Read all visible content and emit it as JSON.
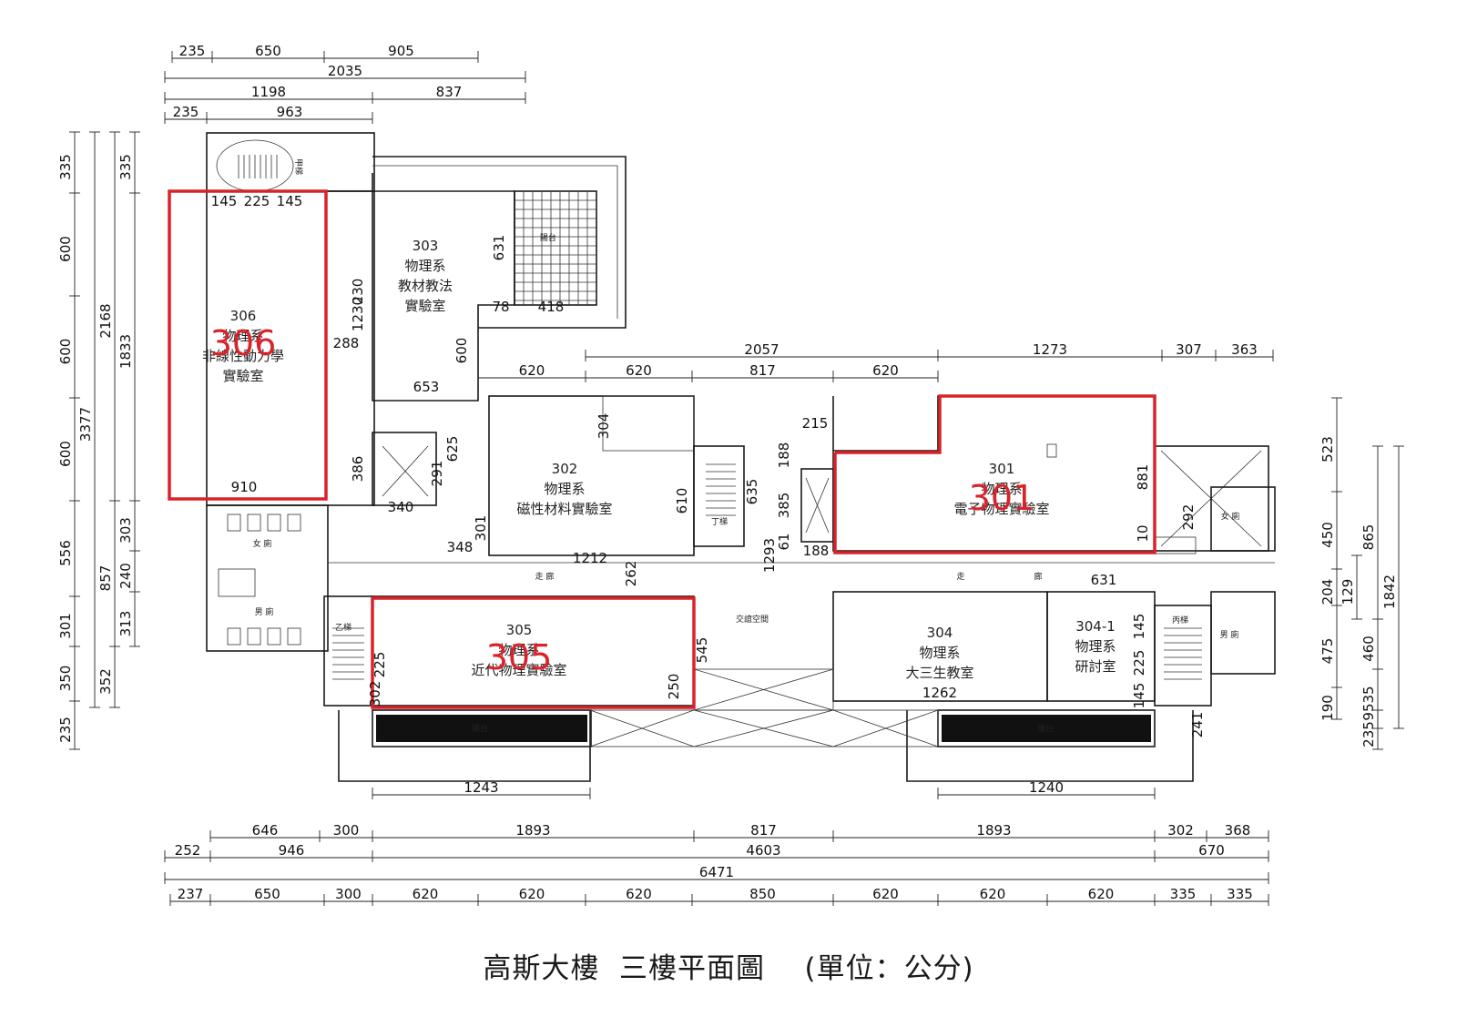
{
  "caption": {
    "title": "高斯大樓  三樓平面圖",
    "unit": "(單位：公分)"
  },
  "colors": {
    "highlight": "#d9232a",
    "line": "#1a1a1a"
  },
  "rooms": [
    {
      "id": "306",
      "number": "306",
      "lines": [
        "物理系",
        "非線性動力學",
        "實驗室"
      ],
      "highlighted": true
    },
    {
      "id": "303",
      "number": "303",
      "lines": [
        "物理系",
        "教材教法",
        "實驗室"
      ],
      "highlighted": false
    },
    {
      "id": "302",
      "number": "302",
      "lines": [
        "物理系",
        "磁性材料實驗室"
      ],
      "highlighted": false
    },
    {
      "id": "301",
      "number": "301",
      "lines": [
        "物理系",
        "電子物理實驗室"
      ],
      "highlighted": true
    },
    {
      "id": "305",
      "number": "305",
      "lines": [
        "物理系",
        "近代物理實驗室"
      ],
      "highlighted": true
    },
    {
      "id": "304",
      "number": "304",
      "lines": [
        "物理系",
        "大三生教室"
      ],
      "highlighted": false
    },
    {
      "id": "304-1",
      "number": "304-1",
      "lines": [
        "物理系",
        "研討室"
      ],
      "highlighted": false
    }
  ],
  "labels": {
    "women_wc": "女 廁",
    "men_wc": "男 廁",
    "corridor": "走    廊",
    "corridor_left": "走",
    "corridor_right": "廊",
    "exchange": "交誼空間",
    "balcony": "陽台",
    "stair_a": "甲梯",
    "stair_b": "乙梯",
    "stair_c": "丁梯",
    "stair_d": "丙梯"
  },
  "dims": {
    "top_row1": [
      "235",
      "650",
      "905"
    ],
    "top_row2": [
      "2035"
    ],
    "top_row3": [
      "1198",
      "837"
    ],
    "top_row4": [
      "235",
      "963"
    ],
    "mid_top": [
      "2057",
      "1273",
      "307",
      "363"
    ],
    "mid_top2": [
      "620",
      "620",
      "817",
      "620"
    ],
    "bottom_row1": [
      "1243",
      "1240"
    ],
    "bottom_row2": [
      "646",
      "300",
      "1893",
      "817",
      "1893",
      "302",
      "368"
    ],
    "bottom_row3": [
      "252",
      "946",
      "4603",
      "670"
    ],
    "bottom_row4": [
      "6471"
    ],
    "bottom_row5": [
      "237",
      "650",
      "300",
      "620",
      "620",
      "620",
      "850",
      "620",
      "620",
      "620",
      "335",
      "335"
    ],
    "left_col1": [
      "335",
      "600",
      "600",
      "600",
      "556",
      "301",
      "350",
      "235"
    ],
    "left_col2": [
      "3377"
    ],
    "left_col3": [
      "2168",
      "857",
      "352"
    ],
    "left_col4": [
      "335",
      "1833",
      "303",
      "240",
      "313"
    ],
    "right_col1": [
      "523",
      "450",
      "204",
      "475",
      "190"
    ],
    "right_col2": [
      "129"
    ],
    "right_col3": [
      "865",
      "460",
      "9535"
    ],
    "right_col4": [
      "1842"
    ],
    "right_col5": [
      "235"
    ],
    "inner": [
      "145",
      "225",
      "145",
      "910",
      "230",
      "1230",
      "288",
      "653",
      "631",
      "78",
      "418",
      "600",
      "386",
      "340",
      "291",
      "625",
      "301",
      "348",
      "1212",
      "262",
      "304",
      "610",
      "635",
      "1293",
      "215",
      "188",
      "385",
      "61",
      "188",
      "881",
      "10",
      "292",
      "631",
      "225",
      "145",
      "1262",
      "145",
      "225",
      "302",
      "250",
      "545",
      "241"
    ]
  }
}
